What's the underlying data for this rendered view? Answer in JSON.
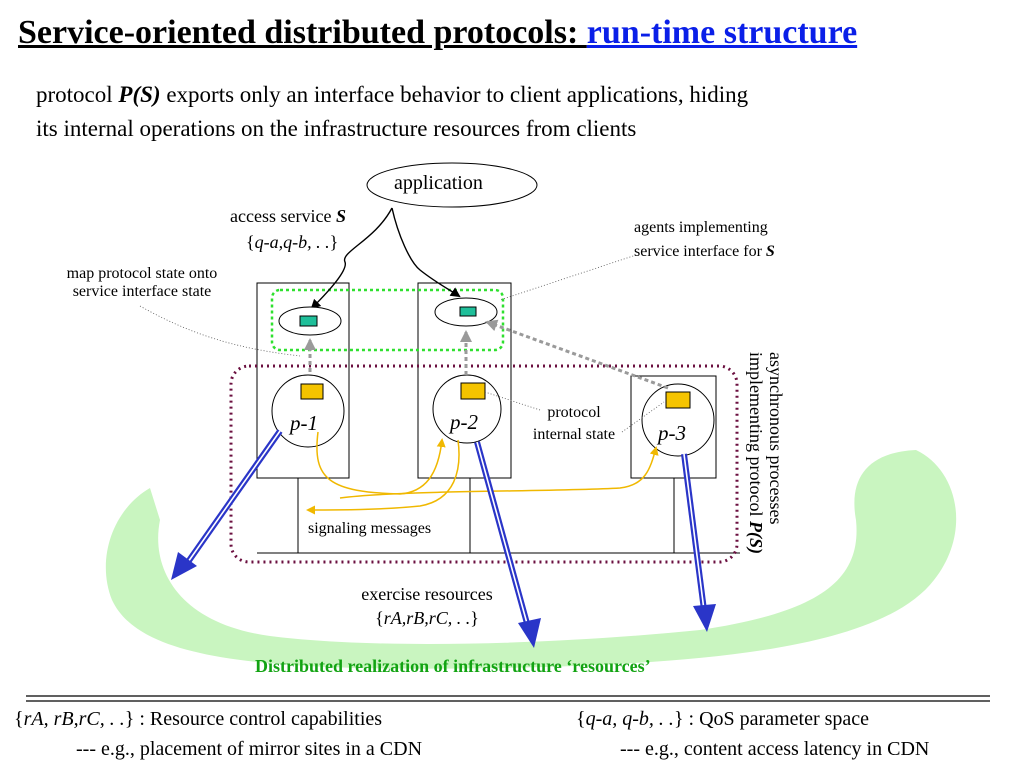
{
  "title": {
    "main": "Service-oriented distributed protocols: ",
    "highlight": "run-time structure"
  },
  "intro": {
    "pre": "protocol ",
    "protocol_name": "P(S)",
    "line1_rest": " exports only an interface behavior to client applications, hiding",
    "line2": "its internal operations on the infrastructure resources from clients"
  },
  "diagram": {
    "application": "application",
    "access_service_pre": "access service ",
    "access_service_var": "S",
    "access_service_params_open": "{",
    "access_service_params": "q-a,q-b, . .",
    "access_service_params_close": "}",
    "map_protocol_l1": "map protocol state onto",
    "map_protocol_l2": "service interface state",
    "agents_l1": "agents implementing",
    "agents_l2_pre": "service interface for  ",
    "agents_l2_var": "S",
    "processes": [
      "p-1",
      "p-2",
      "p-3"
    ],
    "protocol_state_l1": "protocol",
    "protocol_state_l2": "internal state",
    "signaling": "signaling messages",
    "async_l1": "asynchronous processes",
    "async_l2_pre": "implementing protocol ",
    "async_l2_var": "P(S)",
    "exercise_l1": "exercise resources",
    "exercise_open": "{",
    "exercise_params": "rA,rB,rC, . .",
    "exercise_close": "}",
    "realization": "Distributed realization of infrastructure ‘resources’"
  },
  "footer": {
    "left_l1_open": "{",
    "left_l1_var": "rA, rB,rC, . .",
    "left_l1_rest": "} :  Resource control capabilities",
    "left_l2": "--- e.g., placement of mirror sites in a CDN",
    "right_l1_open": "{",
    "right_l1_var": "q-a, q-b, . .",
    "right_l1_rest": "} : QoS parameter space",
    "right_l2": "--- e.g., content access latency in CDN"
  },
  "colors": {
    "title_highlight": "#0a1fe8",
    "green_band": "#c9f5c0",
    "green_dotted": "#2ee02e",
    "purple_dotted": "#6b1040",
    "agent_fill": "#1fbf9a",
    "process_state_fill": "#f5c400",
    "signal_arrow": "#f0b800",
    "resource_arrow": "#2a35c8",
    "caption_green": "#12a312"
  }
}
